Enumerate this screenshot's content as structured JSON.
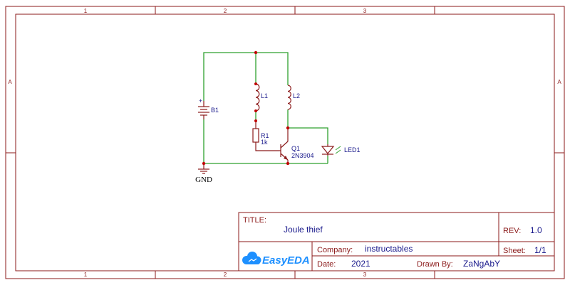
{
  "frame": {
    "columns": [
      "1",
      "2",
      "3"
    ],
    "rows": [
      "A"
    ]
  },
  "schematic": {
    "components": {
      "battery": {
        "designator": "B1",
        "polarity": "+"
      },
      "inductor1": {
        "designator": "L1"
      },
      "inductor2": {
        "designator": "L2"
      },
      "resistor": {
        "designator": "R1",
        "value": "1k"
      },
      "transistor": {
        "designator": "Q1",
        "value": "2N3904"
      },
      "led": {
        "designator": "LED1"
      },
      "ground": {
        "label": "GND"
      }
    }
  },
  "title_block": {
    "title_label": "TITLE:",
    "title": "Joule thief",
    "rev_label": "REV:",
    "rev": "1.0",
    "company_label": "Company:",
    "company": "instructables",
    "sheet_label": "Sheet:",
    "sheet": "1/1",
    "date_label": "Date:",
    "date": "2021",
    "drawn_by_label": "Drawn By:",
    "drawn_by": "ZaNgAbY",
    "logo_text": "EasyEDA"
  },
  "colors": {
    "frame": "#8b1a1a",
    "wire": "#2ea02e",
    "junction": "#c00000",
    "label": "#1a1a8c",
    "logo": "#1e90ff"
  }
}
